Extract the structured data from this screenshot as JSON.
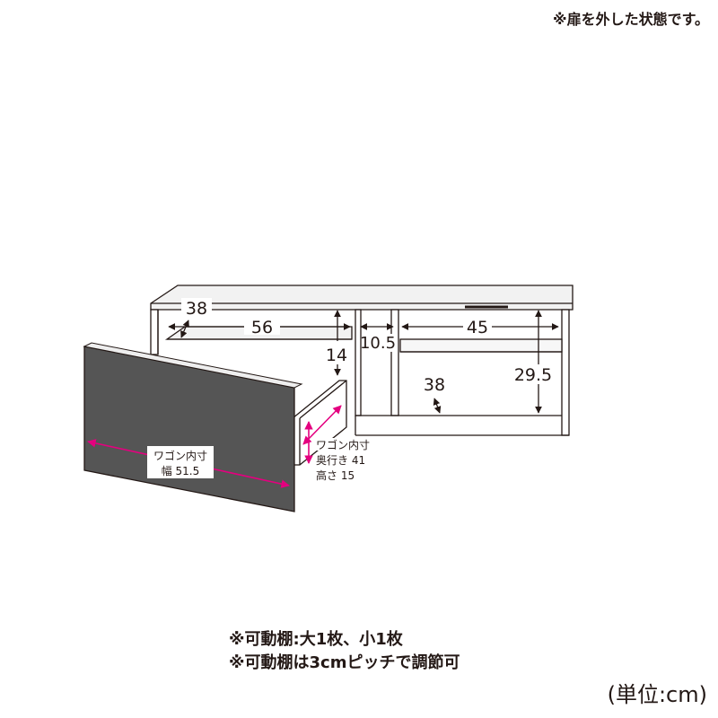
{
  "header_note": "※扉を外した状態です。",
  "dimensions": {
    "shelf_depth_left": "38",
    "shelf_width_left": "56",
    "shelf_height_left": "14",
    "center_gap": "10.5",
    "shelf_width_right": "45",
    "shelf_height_right": "29.5",
    "shelf_depth_right": "38"
  },
  "wagon_front": {
    "title": "ワゴン内寸",
    "width": "幅 51.5"
  },
  "wagon_side": {
    "title": "ワゴン内寸",
    "depth": "奥行き 41",
    "height": "高さ 15"
  },
  "footer_notes": [
    "※可動棚:大1枚、小1枚",
    "※可動棚は3cmピッチで調節可"
  ],
  "unit_label": "(単位:cm)",
  "colors": {
    "line": "#231815",
    "accent": "#e4007f",
    "panel_fill": "#f2f2f2"
  }
}
